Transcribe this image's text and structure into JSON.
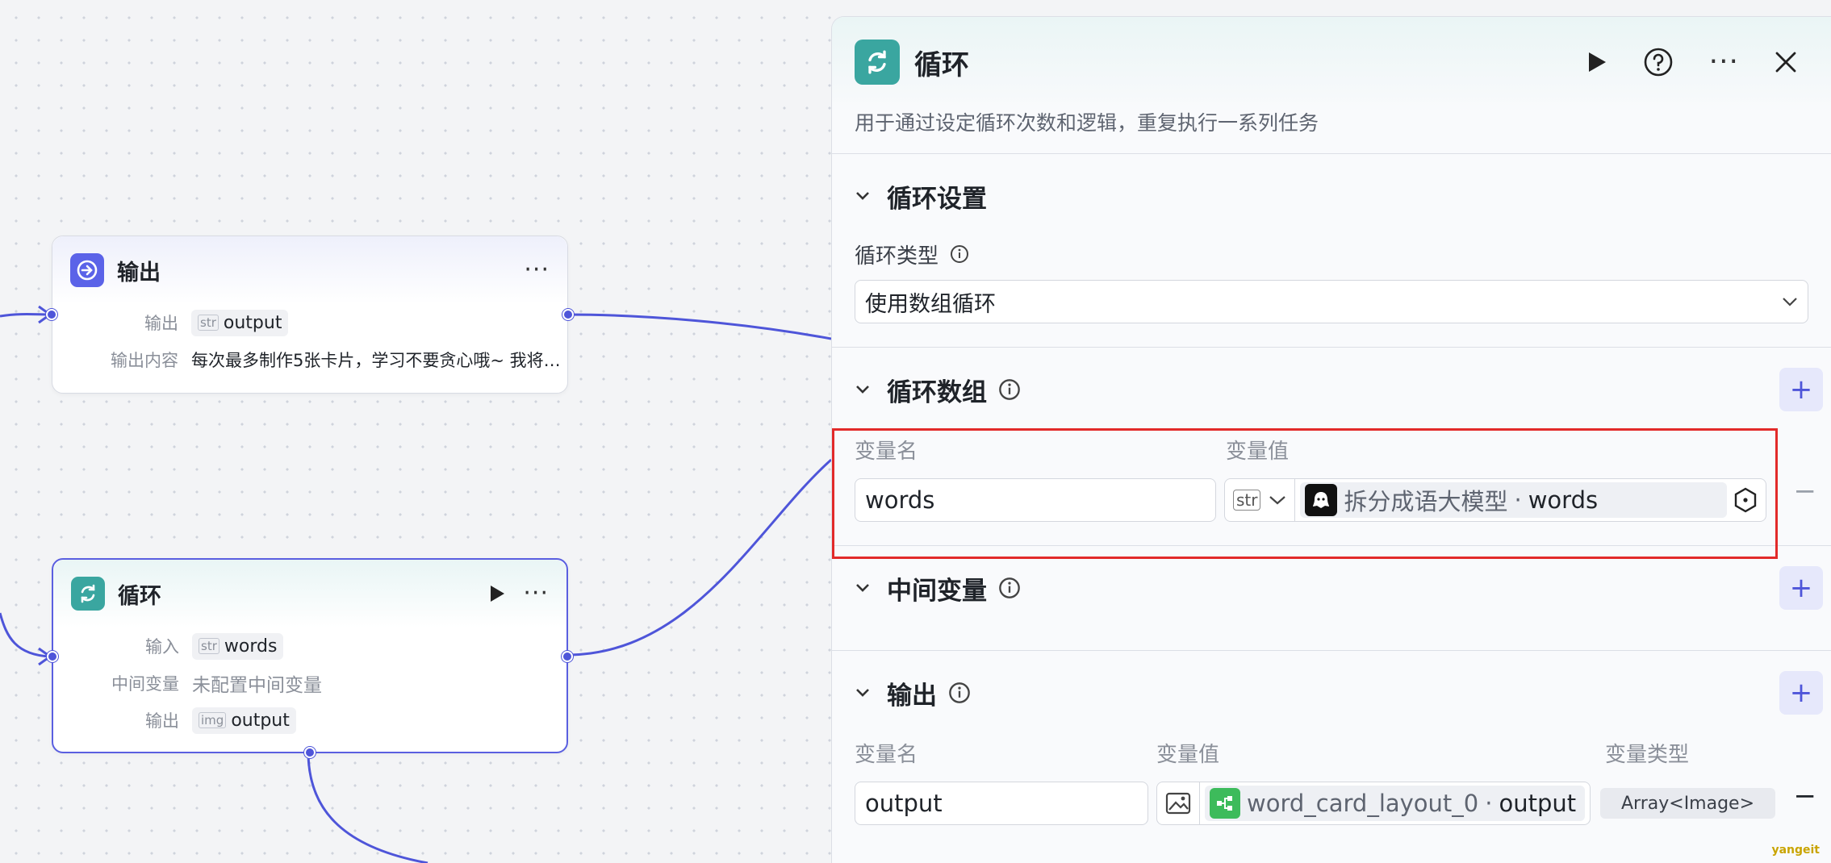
{
  "canvas": {
    "output_node": {
      "title": "输出",
      "rows": [
        {
          "label": "输出",
          "type_tag": "str",
          "value": "output"
        },
        {
          "label": "输出内容",
          "value": "每次最多制作5张卡片，学习不要贪心哦~ 我将…"
        }
      ]
    },
    "loop_node": {
      "title": "循环",
      "input_label": "输入",
      "input_type": "str",
      "input_value": "words",
      "mid_label": "中间变量",
      "mid_value": "未配置中间变量",
      "output_label": "输出",
      "output_type": "img",
      "output_value": "output"
    }
  },
  "panel": {
    "title": "循环",
    "description": "用于通过设定循环次数和逻辑，重复执行一系列任务",
    "loop_settings": {
      "title": "循环设置",
      "type_label": "循环类型",
      "type_value": "使用数组循环"
    },
    "loop_array": {
      "title": "循环数组",
      "col_name": "变量名",
      "col_value": "变量值",
      "rows": [
        {
          "name": "words",
          "type_tag": "str",
          "source": "拆分成语大模型",
          "separator": "·",
          "variable": "words"
        }
      ]
    },
    "intermediate": {
      "title": "中间变量"
    },
    "output": {
      "title": "输出",
      "col_name": "变量名",
      "col_value": "变量值",
      "col_type": "变量类型",
      "rows": [
        {
          "name": "output",
          "source": "word_card_layout_0",
          "separator": "·",
          "variable": "output",
          "type": "Array<Image>"
        }
      ]
    }
  },
  "watermark": "yangeit",
  "colors": {
    "accent": "#4e55d9",
    "loop_teal": "#3aa6a0",
    "highlight_red": "#e22a2a",
    "output_blue": "#5b63e8",
    "node_green": "#3dbb5b"
  }
}
